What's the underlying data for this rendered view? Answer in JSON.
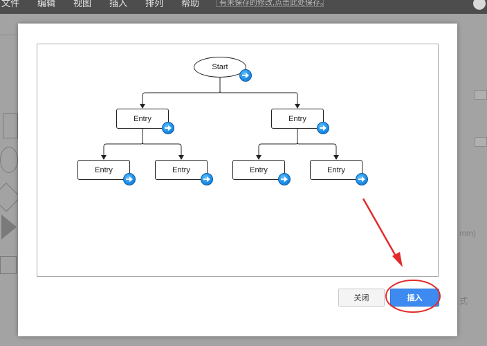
{
  "menubar": {
    "items": [
      "文件",
      "编辑",
      "视图",
      "插入",
      "排列",
      "帮助"
    ],
    "search_placeholder": "有未保存的修改,点击此处保存。"
  },
  "background": {
    "right_text_1": "mm)",
    "right_text_2": "式"
  },
  "dialog": {
    "preview": {
      "root": {
        "label": "Start"
      },
      "level1": [
        {
          "label": "Entry"
        },
        {
          "label": "Entry"
        }
      ],
      "level2": [
        {
          "label": "Entry"
        },
        {
          "label": "Entry"
        },
        {
          "label": "Entry"
        },
        {
          "label": "Entry"
        }
      ]
    },
    "buttons": {
      "close_label": "关闭",
      "insert_label": "插入"
    }
  },
  "colors": {
    "primary_button": "#3d8bf0",
    "annotation": "#e32b2b",
    "arrow_button": "#1e8ee8"
  }
}
